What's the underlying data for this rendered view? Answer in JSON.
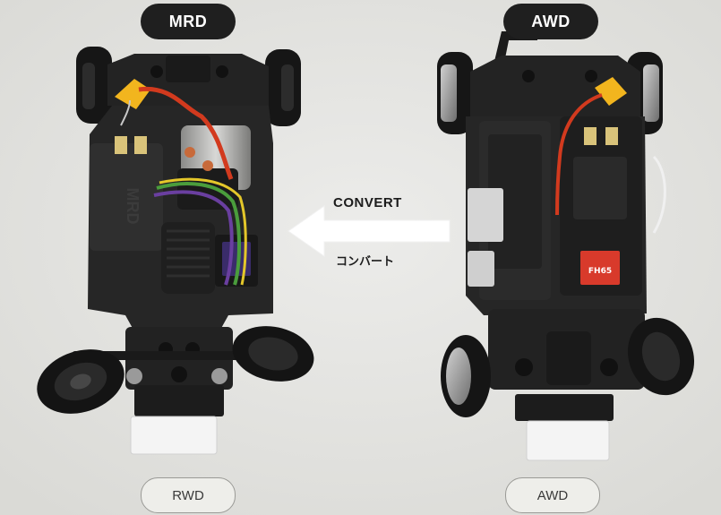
{
  "labels": {
    "top_left": "MRD",
    "top_right": "AWD",
    "bottom_left": "RWD",
    "bottom_right": "AWD"
  },
  "convert": {
    "en": "CONVERT",
    "jp": "コンバート",
    "arrow_color": "#ffffff"
  },
  "chassis": {
    "left_body_text": "MRD",
    "right_servo_text": "FH65"
  },
  "colors": {
    "background": "#e6e6e2",
    "chassis": "#222222",
    "tire": "#161616",
    "connector": "#f2b51e",
    "wire_red": "#d23a1e",
    "wire_green": "#4a9d3c",
    "wire_purple": "#6a3fa0",
    "wire_yellow": "#e4c72a",
    "servo_sticker": "#d83a2b"
  }
}
